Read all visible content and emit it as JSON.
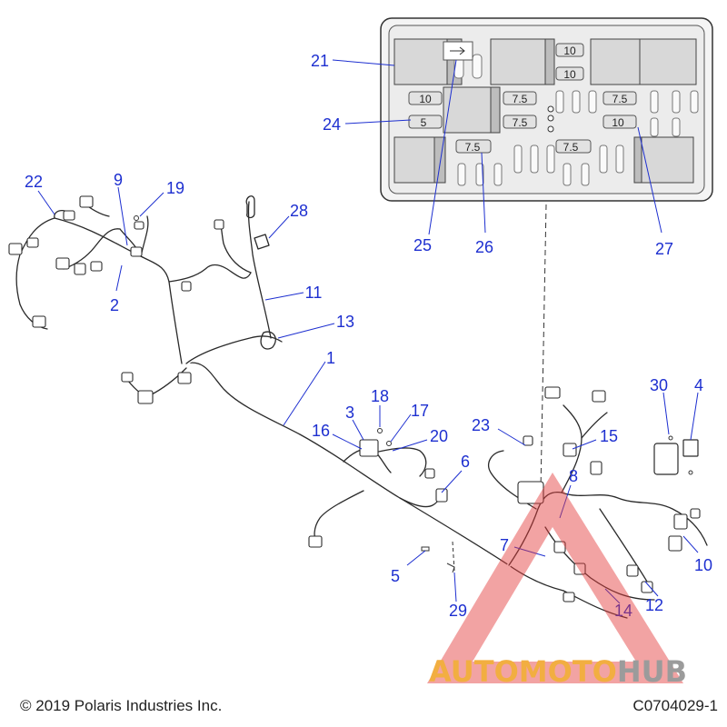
{
  "diagram": {
    "callouts": [
      {
        "id": "c1",
        "label": "1"
      },
      {
        "id": "c2",
        "label": "2"
      },
      {
        "id": "c3",
        "label": "3"
      },
      {
        "id": "c4",
        "label": "4"
      },
      {
        "id": "c5",
        "label": "5"
      },
      {
        "id": "c6",
        "label": "6"
      },
      {
        "id": "c7",
        "label": "7"
      },
      {
        "id": "c8",
        "label": "8"
      },
      {
        "id": "c9",
        "label": "9"
      },
      {
        "id": "c10",
        "label": "10"
      },
      {
        "id": "c11",
        "label": "11"
      },
      {
        "id": "c12",
        "label": "12"
      },
      {
        "id": "c13",
        "label": "13"
      },
      {
        "id": "c14",
        "label": "14"
      },
      {
        "id": "c15",
        "label": "15"
      },
      {
        "id": "c16",
        "label": "16"
      },
      {
        "id": "c17",
        "label": "17"
      },
      {
        "id": "c18",
        "label": "18"
      },
      {
        "id": "c19",
        "label": "19"
      },
      {
        "id": "c20",
        "label": "20"
      },
      {
        "id": "c21",
        "label": "21"
      },
      {
        "id": "c22",
        "label": "22"
      },
      {
        "id": "c23",
        "label": "23"
      },
      {
        "id": "c24",
        "label": "24"
      },
      {
        "id": "c25",
        "label": "25"
      },
      {
        "id": "c26",
        "label": "26"
      },
      {
        "id": "c27",
        "label": "27"
      },
      {
        "id": "c28",
        "label": "28"
      },
      {
        "id": "c29",
        "label": "29"
      },
      {
        "id": "c30",
        "label": "30"
      }
    ],
    "fuse_box": {
      "fuse_ratings": [
        {
          "id": "f1",
          "label": "10"
        },
        {
          "id": "f2",
          "label": "10"
        },
        {
          "id": "f3",
          "label": "10"
        },
        {
          "id": "f4",
          "label": "7.5"
        },
        {
          "id": "f5",
          "label": "7.5"
        },
        {
          "id": "f6",
          "label": "5"
        },
        {
          "id": "f7",
          "label": "7.5"
        },
        {
          "id": "f8",
          "label": "10"
        },
        {
          "id": "f9",
          "label": "7.5"
        },
        {
          "id": "f10",
          "label": "7.5"
        }
      ]
    }
  },
  "footer": {
    "copyright": "© 2019 Polaris Industries Inc.",
    "drawing_number": "C0704029-1"
  },
  "watermark": {
    "text_part1": "AUTOMOTO",
    "text_part2": "HUB",
    "color_primary": "#f0a020",
    "color_secondary": "#8a8a8a",
    "color_triangle": "#e23a3a"
  }
}
